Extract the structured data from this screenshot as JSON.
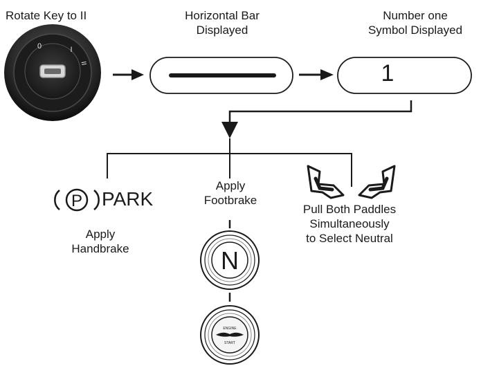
{
  "steps": {
    "rotate_key": "Rotate Key to II",
    "horizontal_bar": [
      "Horizontal Bar",
      "Displayed"
    ],
    "number_one": [
      "Number one",
      "Symbol Displayed"
    ],
    "display_digit": "1"
  },
  "key_switch": {
    "positions": [
      "0",
      "I",
      "II"
    ]
  },
  "park": {
    "symbol": "P",
    "label": "PARK",
    "instruction": [
      "Apply",
      "Handbrake"
    ]
  },
  "footbrake": {
    "instruction": [
      "Apply",
      "Footbrake"
    ],
    "neutral_button": "N",
    "start_button": [
      "ENGINE",
      "START"
    ]
  },
  "paddles": {
    "instruction": [
      "Pull Both Paddles",
      "Simultaneously",
      "to Select Neutral"
    ]
  },
  "colors": {
    "line": "#1a1a1a",
    "text": "#1a1a1a",
    "background": "#ffffff"
  }
}
